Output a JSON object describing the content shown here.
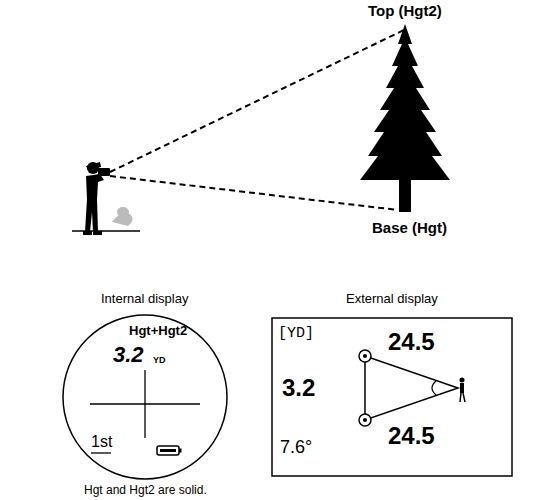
{
  "diagram": {
    "nodes": [
      {
        "text": [
          "Internal display",
          "Hgt+Hgt2",
          "3.2",
          "YD",
          "1st"
        ]
      },
      {
        "text": [
          "External display",
          "[YD]",
          "24.5",
          "3.2",
          "24.5",
          "7.6°"
        ]
      }
    ],
    "labels": [
      "Top (Hgt2)",
      "Base (Hgt)",
      "Hgt and Hgt2 are solid."
    ]
  }
}
